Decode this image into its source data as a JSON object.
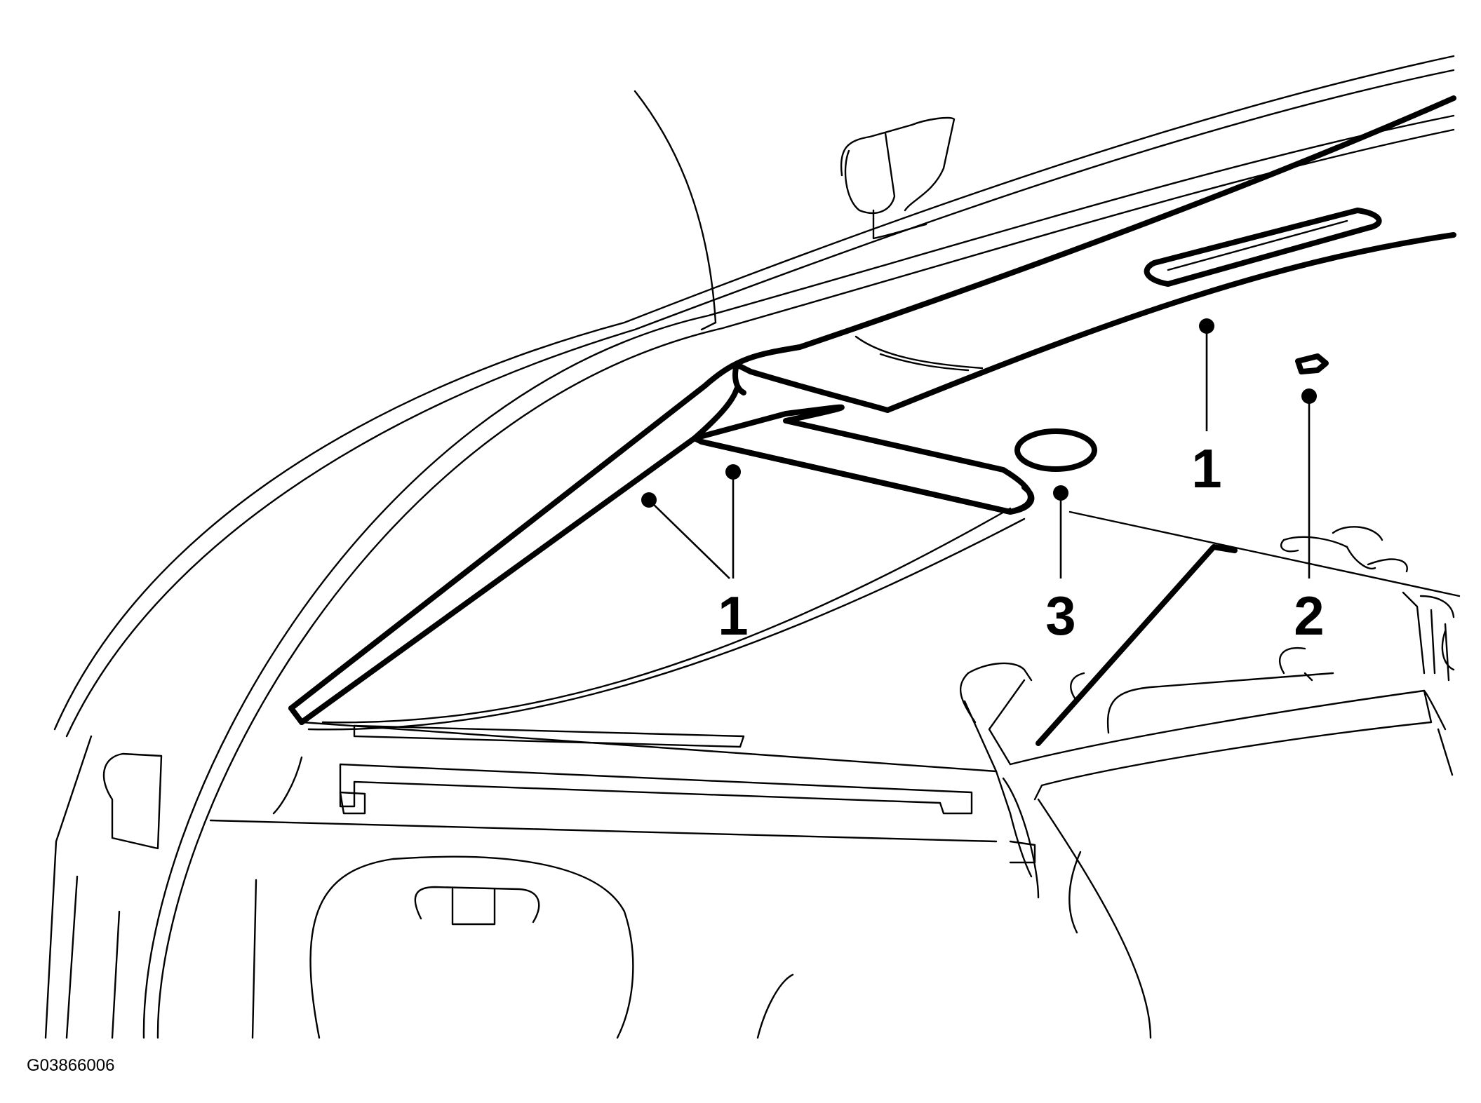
{
  "callouts": {
    "c1_left": "1",
    "c1_right": "1",
    "c2": "2",
    "c3": "3"
  },
  "figure_id": "G03866006"
}
